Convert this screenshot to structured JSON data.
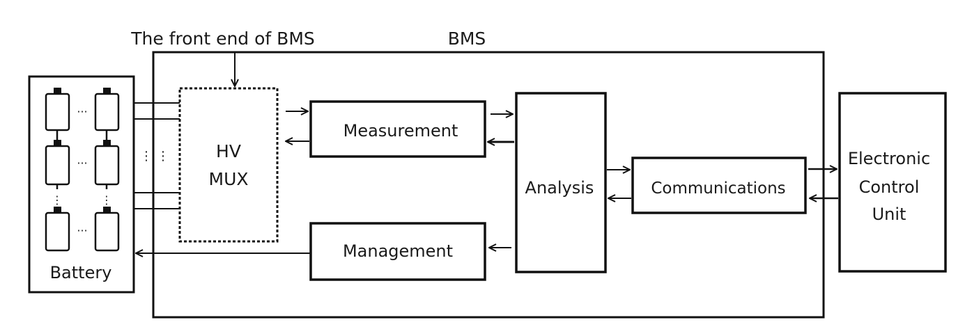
{
  "top_labels": {
    "front_end": "The front end of BMS",
    "bms": "BMS"
  },
  "blocks": {
    "battery": "Battery",
    "hv_mux": [
      "HV",
      "MUX"
    ],
    "measurement": "Measurement",
    "management": "Management",
    "analysis": "Analysis",
    "communications": "Communications",
    "ecu": [
      "Electronic",
      "Control",
      "Unit"
    ]
  },
  "glyphs": {
    "cell_row_dots": "···",
    "wire_dots": "⋮"
  }
}
